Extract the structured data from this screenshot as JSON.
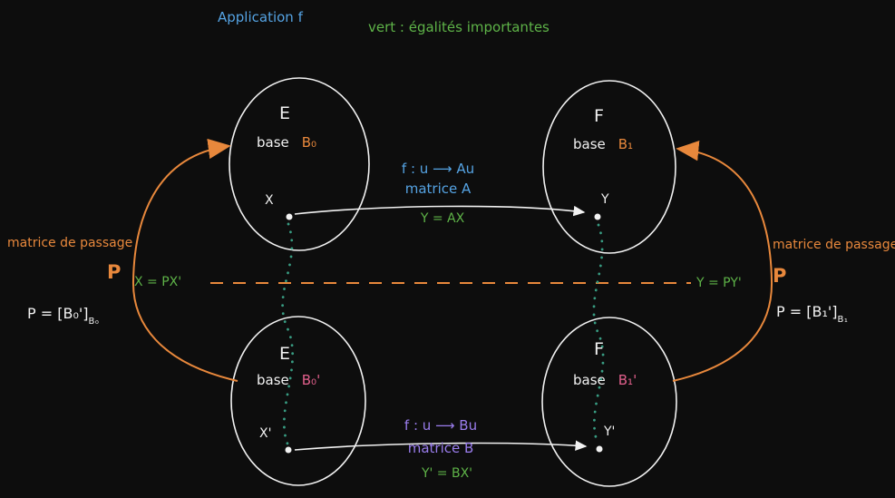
{
  "colors": {
    "background": "#0d0d0d",
    "white": "#f2f2f2",
    "blue": "#55a3e3",
    "green": "#5eb348",
    "orange": "#e8883c",
    "pink": "#e2608c",
    "purple": "#9a7ded",
    "teal": "#389c82"
  },
  "header": {
    "application_label": "Application f",
    "legend_label": "vert : égalités importantes"
  },
  "ellipses": {
    "top_left": {
      "space": "E",
      "base_word": "base",
      "base_name": "B₀",
      "point": "X"
    },
    "top_right": {
      "space": "F",
      "base_word": "base",
      "base_name": "B₁",
      "point": "Y"
    },
    "bottom_left": {
      "space": "E",
      "base_word": "base",
      "base_name": "B₀'",
      "point": "X'"
    },
    "bottom_right": {
      "space": "F",
      "base_word": "base",
      "base_name": "B₁'",
      "point": "Y'"
    }
  },
  "maps": {
    "top": {
      "function": "f : u ⟶ Au",
      "matrix": "matrice A",
      "equation": "Y = AX"
    },
    "bottom": {
      "function": "f : u ⟶ Bu",
      "matrix": "matrice B",
      "equation": "Y' = BX'"
    }
  },
  "passage": {
    "left": {
      "label": "matrice de passage",
      "symbol": "P",
      "equation": "X = PX'",
      "formula_main": "P = [B₀']",
      "formula_sub": "B₀"
    },
    "right": {
      "label": "matrice de passage",
      "symbol": "P",
      "equation": "Y = PY'",
      "formula_main": "P = [B₁']",
      "formula_sub": "B₁"
    }
  }
}
